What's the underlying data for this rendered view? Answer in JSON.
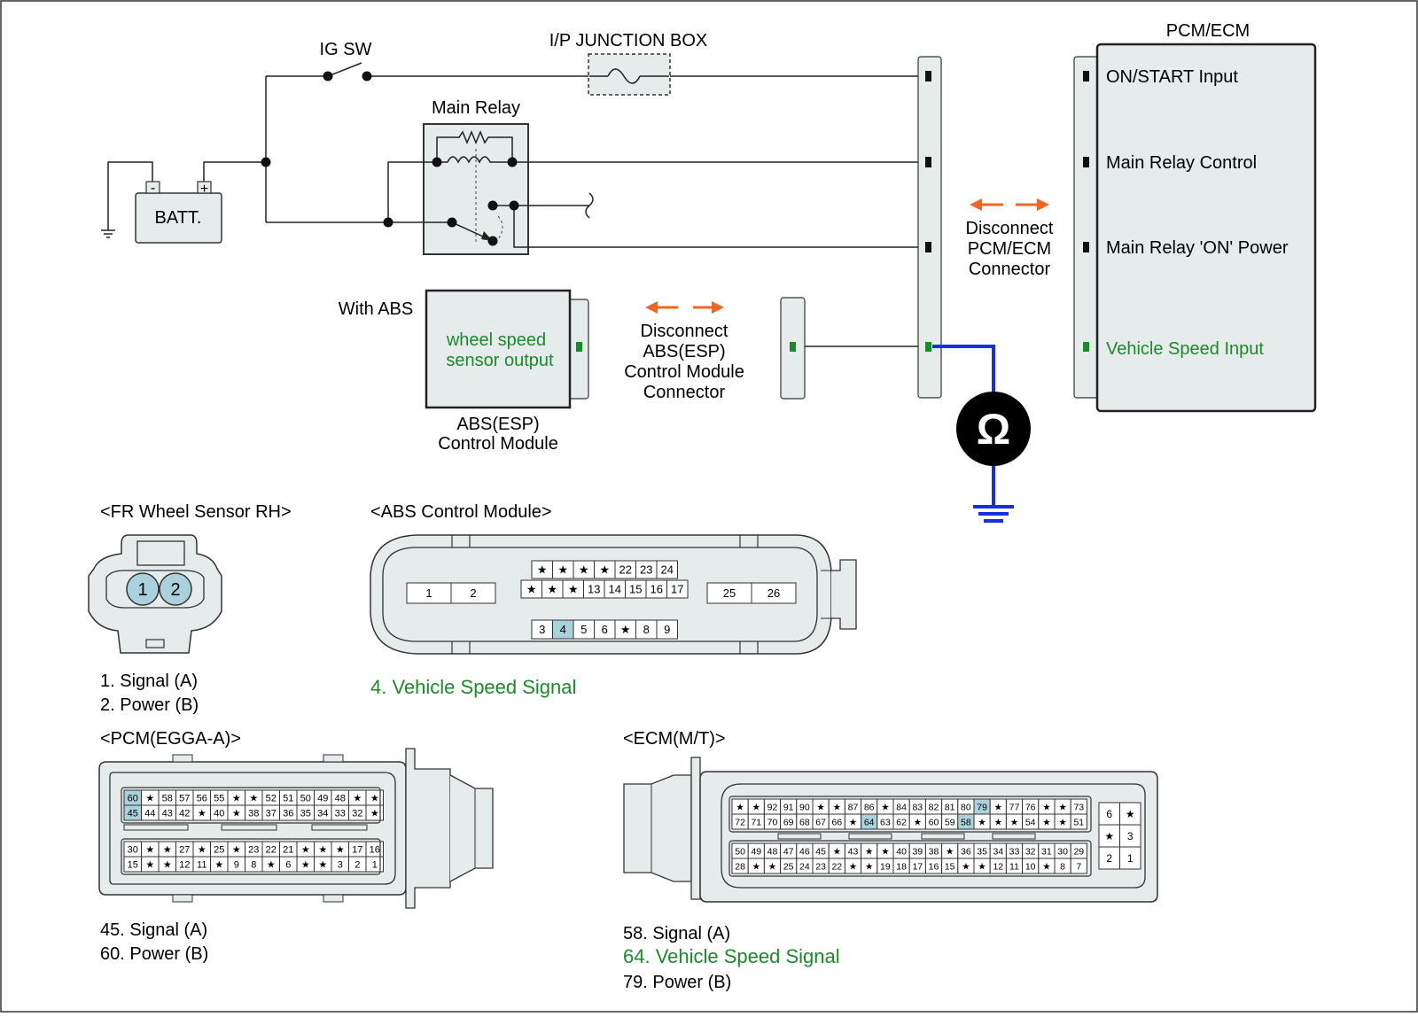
{
  "colors": {
    "wire": "#222222",
    "box_fill": "#e6ebeb",
    "accent_green": "#1a8a2a",
    "probe_blue": "#1530e0",
    "arrow_orange": "#f26522",
    "pin_highlight": "#a9d2dc"
  },
  "circuit": {
    "ig_sw": "IG SW",
    "junction_box": "I/P JUNCTION BOX",
    "main_relay": "Main Relay",
    "battery": "BATT.",
    "battery_minus": "-",
    "battery_plus": "+",
    "with_abs": "With ABS",
    "abs_output": [
      "wheel speed",
      "sensor output"
    ],
    "abs_module": [
      "ABS(ESP)",
      "Control Module"
    ],
    "disconnect_abs": [
      "Disconnect",
      "ABS(ESP)",
      "Control Module",
      "Connector"
    ],
    "disconnect_pcm": [
      "Disconnect",
      "PCM/ECM",
      "Connector"
    ],
    "ohm_symbol": "Ω",
    "pcm_title": "PCM/ECM",
    "pcm_pins": [
      "ON/START Input",
      "Main Relay Control",
      "Main Relay 'ON' Power",
      "Vehicle Speed Input"
    ]
  },
  "fr_sensor": {
    "title": "<FR Wheel Sensor RH>",
    "pins": [
      "1",
      "2"
    ],
    "legend": [
      "1. Signal (A)",
      "2. Power (B)"
    ]
  },
  "abs_connector": {
    "title": "<ABS Control Module>",
    "left_pins": [
      "1",
      "2"
    ],
    "right_pins": [
      "25",
      "26"
    ],
    "top_row": [
      "★",
      "★",
      "★",
      "★",
      "22",
      "23",
      "24"
    ],
    "mid_row": [
      "★",
      "★",
      "★",
      "13",
      "14",
      "15",
      "16",
      "17"
    ],
    "bottom_row": [
      "3",
      "4",
      "5",
      "6",
      "★",
      "8",
      "9"
    ],
    "highlight": [
      "4"
    ],
    "legend": "4. Vehicle Speed Signal"
  },
  "pcm_connector": {
    "title": "<PCM(EGGA-A)>",
    "rows": [
      [
        "60",
        "★",
        "58",
        "57",
        "56",
        "55",
        "★",
        "★",
        "52",
        "51",
        "50",
        "49",
        "48",
        "★",
        "★"
      ],
      [
        "45",
        "44",
        "43",
        "42",
        "★",
        "40",
        "★",
        "38",
        "37",
        "36",
        "35",
        "34",
        "33",
        "32",
        "★"
      ],
      [
        "30",
        "★",
        "★",
        "27",
        "★",
        "25",
        "★",
        "23",
        "22",
        "21",
        "★",
        "★",
        "★",
        "17",
        "16"
      ],
      [
        "15",
        "★",
        "★",
        "12",
        "11",
        "★",
        "9",
        "8",
        "★",
        "6",
        "★",
        "★",
        "3",
        "2",
        "1"
      ]
    ],
    "highlight": [
      "60",
      "45"
    ],
    "legend": [
      "45. Signal (A)",
      "60. Power (B)"
    ]
  },
  "ecm_connector": {
    "title": "<ECM(M/T)>",
    "rows": [
      [
        "★",
        "★",
        "92",
        "91",
        "90",
        "★",
        "★",
        "87",
        "86",
        "★",
        "84",
        "83",
        "82",
        "81",
        "80",
        "79",
        "★",
        "77",
        "76",
        "★",
        "★",
        "73"
      ],
      [
        "72",
        "71",
        "70",
        "69",
        "68",
        "67",
        "66",
        "★",
        "64",
        "63",
        "62",
        "★",
        "60",
        "59",
        "58",
        "★",
        "★",
        "★",
        "54",
        "★",
        "★",
        "51"
      ],
      [
        "50",
        "49",
        "48",
        "47",
        "46",
        "45",
        "★",
        "43",
        "★",
        "★",
        "40",
        "39",
        "38",
        "★",
        "36",
        "35",
        "34",
        "33",
        "32",
        "31",
        "30",
        "29"
      ],
      [
        "28",
        "★",
        "★",
        "25",
        "24",
        "23",
        "22",
        "★",
        "★",
        "19",
        "18",
        "17",
        "16",
        "15",
        "★",
        "★",
        "12",
        "11",
        "10",
        "★",
        "8",
        "7"
      ]
    ],
    "side_rows": [
      [
        "6",
        "★"
      ],
      [
        "★",
        "3"
      ],
      [
        "2",
        "1"
      ]
    ],
    "highlight": [
      "79",
      "64",
      "58"
    ],
    "legend": [
      "58. Signal (A)",
      "64. Vehicle Speed Signal",
      "79. Power (B)"
    ]
  }
}
